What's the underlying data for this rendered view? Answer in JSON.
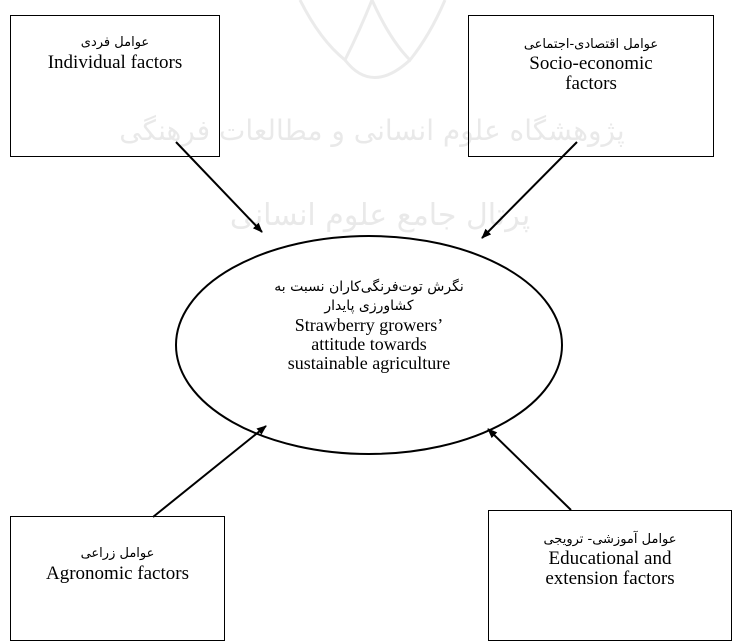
{
  "factors": {
    "individual": {
      "fa": "عوامل فردی",
      "en": "Individual factors"
    },
    "socio": {
      "fa": "عوامل اقتصادی-اجتماعی",
      "en_line1": "Socio-economic",
      "en_line2": "factors"
    },
    "agronomic": {
      "fa": "عوامل زراعی",
      "en": "Agronomic factors"
    },
    "educational": {
      "fa": "عوامل آموزشی- ترویجی",
      "en_line1": "Educational and",
      "en_line2": "extension factors"
    }
  },
  "central": {
    "fa_line1": "نگرش توت‌فرنگی‌کاران نسبت به",
    "fa_line2": "کشاورزی پایدار",
    "en_line1": "Strawberry growers’",
    "en_line2": "attitude towards",
    "en_line3": "sustainable agriculture"
  },
  "watermark": {
    "line1": "پژوهشگاه علوم انسانی و مطالعات فرهنگی",
    "line2": "پرتال جامع علوم انسانی"
  }
}
